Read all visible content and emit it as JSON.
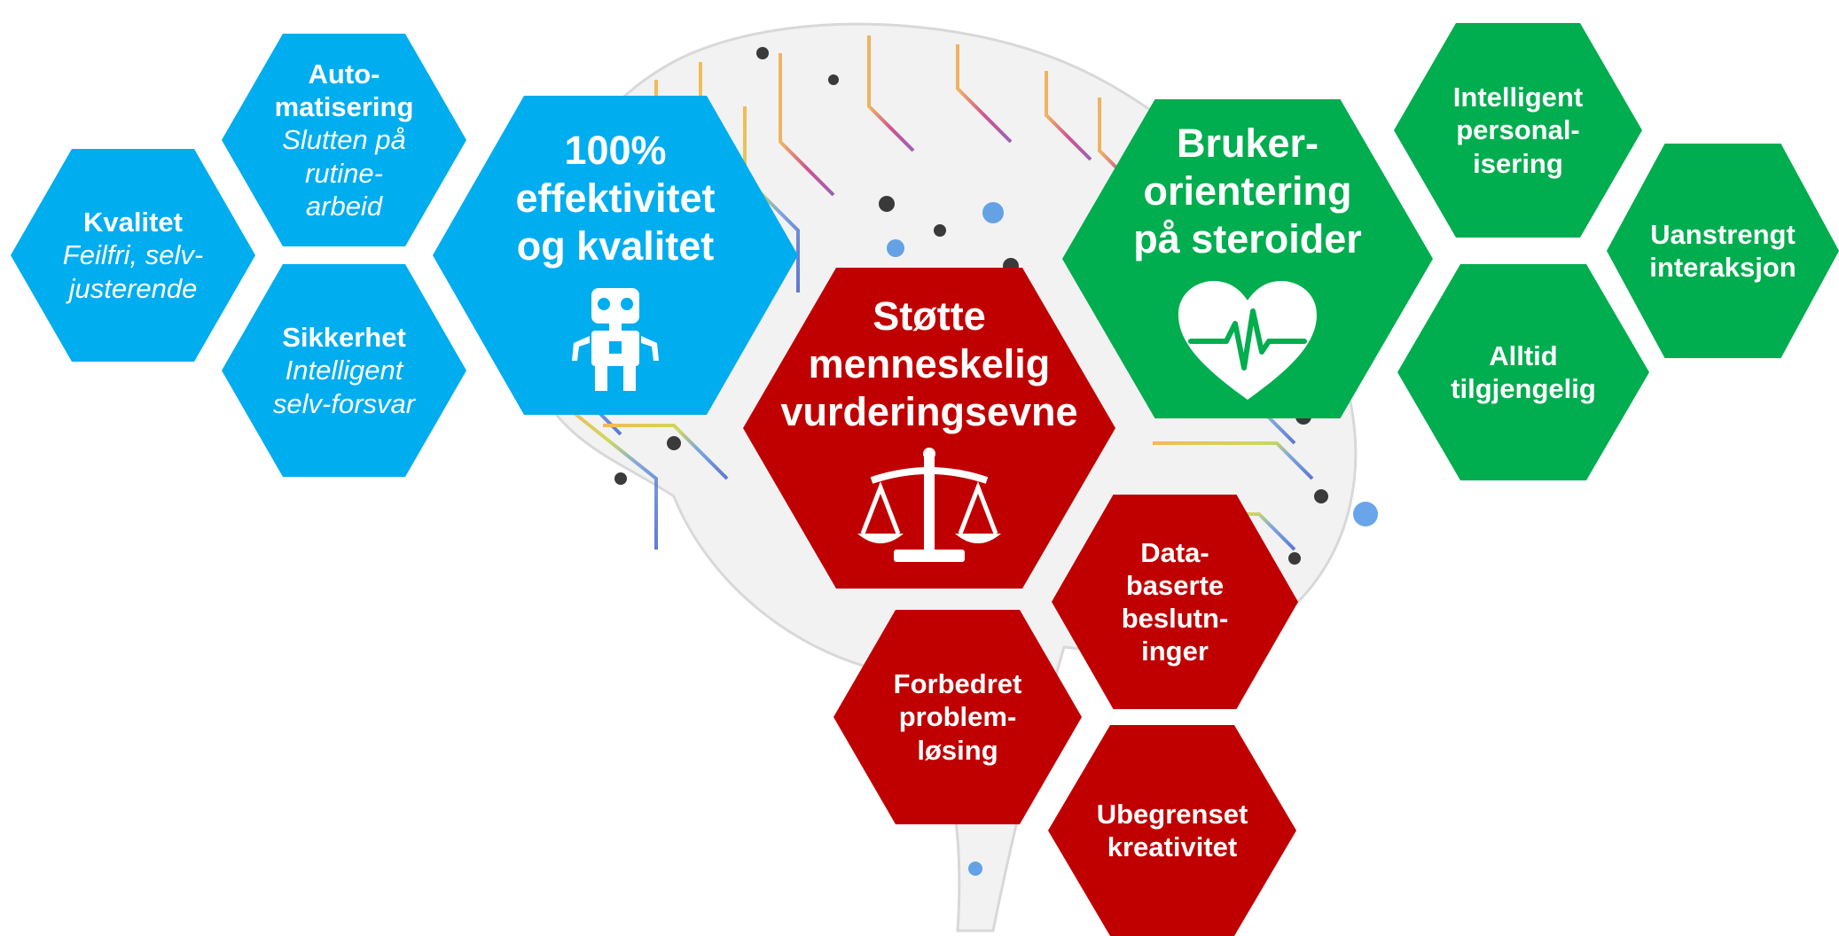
{
  "colors": {
    "blue": "#00adef",
    "green": "#00ad4f",
    "red": "#c00000"
  },
  "hexagons": {
    "kvalitet": {
      "title": "Kvalitet",
      "subtitle": "Feilfri, selv-\njusterende"
    },
    "automatisering": {
      "title": "Auto-\nmatisering",
      "subtitle": "Slutten på\nrutine-\narbeid"
    },
    "sikkerhet": {
      "title": "Sikkerhet",
      "subtitle": "Intelligent\nselv-forsvar"
    },
    "effektivitet": {
      "title": "100%\neffektivitet\nog kvalitet",
      "icon": "robot-icon"
    },
    "stotte": {
      "title": "Støtte\nmenneskelig\nvurderingsevne",
      "icon": "scales-icon"
    },
    "brukerorientering": {
      "title": "Bruker-\norientering\npå steroider",
      "icon": "heart-pulse-icon"
    },
    "personalisering": {
      "title": "Intelligent\npersonal-\nisering"
    },
    "uanstrengt": {
      "title": "Uanstrengt\ninteraksjon"
    },
    "alltid": {
      "title": "Alltid\ntilgjengelig"
    },
    "databaserte": {
      "title": "Data-\nbaserte\nbeslutn-\ninger"
    },
    "forbedret": {
      "title": "Forbedret\nproblem-\nløsing"
    },
    "ubegrenset": {
      "title": "Ubegrenset\nkreativitet"
    }
  }
}
